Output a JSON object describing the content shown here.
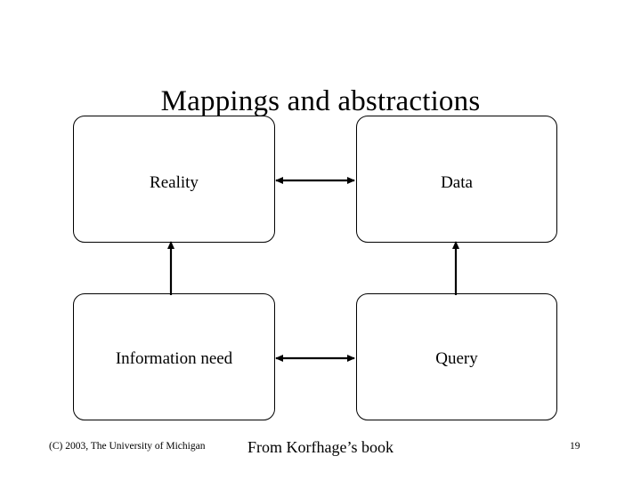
{
  "slide": {
    "title": "Mappings and abstractions",
    "background_color": "#ffffff",
    "line_color": "#000000",
    "text_color": "#000000"
  },
  "diagram": {
    "type": "flowchart",
    "nodes": [
      {
        "id": "reality",
        "label": "Reality",
        "row": "top",
        "column": "left"
      },
      {
        "id": "data",
        "label": "Data",
        "row": "top",
        "column": "right"
      },
      {
        "id": "infoneed",
        "label": "Information need",
        "row": "bottom",
        "column": "left"
      },
      {
        "id": "query",
        "label": "Query",
        "row": "bottom",
        "column": "right"
      }
    ],
    "edges": [
      {
        "id": "reality-data",
        "from": "reality",
        "to": "data",
        "direction": "bidirectional",
        "orientation": "horizontal"
      },
      {
        "id": "infoneed-query",
        "from": "infoneed",
        "to": "query",
        "direction": "bidirectional",
        "orientation": "horizontal"
      },
      {
        "id": "infoneed-reality",
        "from": "infoneed",
        "to": "reality",
        "direction": "up",
        "orientation": "vertical"
      },
      {
        "id": "query-data",
        "from": "query",
        "to": "data",
        "direction": "up",
        "orientation": "vertical"
      }
    ]
  },
  "footer": {
    "copyright": "(C) 2003, The University of Michigan",
    "source": "From Korfhage’s book",
    "page_number": "19"
  }
}
